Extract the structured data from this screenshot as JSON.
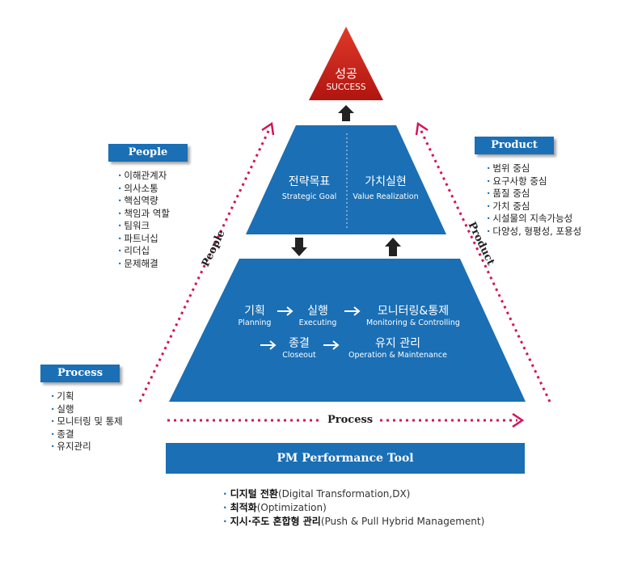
{
  "apex": {
    "ko": "성공",
    "en": "SUCCESS"
  },
  "strategy": {
    "left": {
      "ko": "전략목표",
      "en": "Strategic Goal"
    },
    "right": {
      "ko": "가치실현",
      "en": "Value Realization"
    }
  },
  "process_flow": {
    "planning": {
      "ko": "기획",
      "en": "Planning"
    },
    "executing": {
      "ko": "실행",
      "en": "Executing"
    },
    "monitoring": {
      "ko": "모니터링&통제",
      "en": "Monitoring & Controlling"
    },
    "closeout": {
      "ko": "종결",
      "en": "Closeout"
    },
    "operation": {
      "ko": "유지 관리",
      "en": "Operation & Maintenance"
    }
  },
  "people": {
    "title": "People",
    "items": [
      "이해관계자",
      "의사소통",
      "핵심역량",
      "책임과 역할",
      "팀워크",
      "파트너십",
      "리더십",
      "문제해결"
    ]
  },
  "product": {
    "title": "Product",
    "items": [
      "범위 중심",
      "요구사항 중심",
      "품질 중심",
      "가치 중심",
      "시설물의 지속가능성",
      "다양성, 형평성, 포용성"
    ]
  },
  "process": {
    "title": "Process",
    "items": [
      "기획",
      "실행",
      "모니터링 및 통제",
      "종결",
      "유지관리"
    ]
  },
  "side_labels": {
    "left": "People",
    "right": "Product",
    "bottom": "Process"
  },
  "tool_bar": "PM Performance Tool",
  "tool_features": [
    {
      "bold": "디지털 전환",
      "rest": "(Digital Transformation,DX)"
    },
    {
      "bold": "최적화",
      "rest": "(Optimization)"
    },
    {
      "bold": "지시·주도 혼합형 관리",
      "rest": "(Push & Pull Hybrid Management)"
    }
  ],
  "colors": {
    "blue": "#1a6fb5",
    "red": "#c8201c",
    "magenta": "#d4145a",
    "dark": "#222222"
  }
}
